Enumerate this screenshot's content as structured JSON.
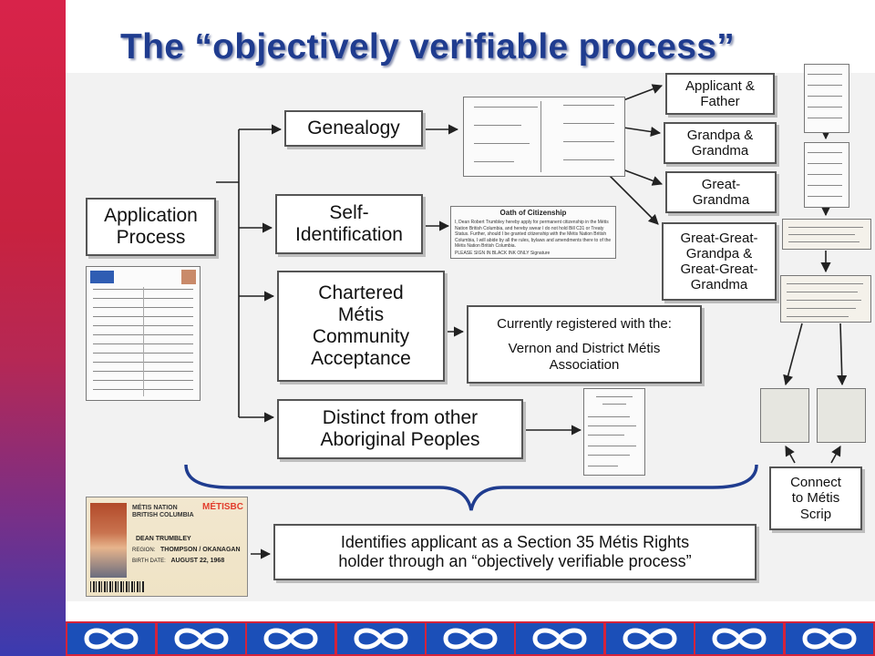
{
  "title": "The “objectively verifiable process”",
  "boxes": {
    "application": "Application\nProcess",
    "genealogy": "Genealogy",
    "self_identification": "Self-\nIdentification",
    "chartered": "Chartered\nMétis\nCommunity\nAcceptance",
    "distinct": "Distinct from other\nAboriginal Peoples",
    "registered": "Currently registered with  the:",
    "association": "Vernon and District Métis\nAssociation",
    "applicant_father": "Applicant &\nFather",
    "grandpa_grandma": "Grandpa &\nGrandma",
    "great_grandma": "Great-\nGrandma",
    "great_great": "Great-Great-\nGrandpa &\nGreat-Great-\nGrandma",
    "scrip": "Connect\nto Métis\nScrip",
    "identifies": "Identifies applicant as a Section 35 Métis Rights\nholder through an “objectively verifiable process”"
  },
  "oath_doc": {
    "title": "Oath of Citizenship",
    "body": "I, Dean Robert Trumbley hereby apply for permanent citizenship in the Métis Nation British Columbia, and hereby swear I do not hold Bill C31 or Treaty Status. Further, should I be granted citizenship with the Métis Nation British Columbia, I will abide by all the rules, bylaws and amendments there to of the Métis Nation British Columbia.",
    "sign": "PLEASE SIGN IN BLACK INK ONLY  Signature"
  },
  "id_card": {
    "org": "MÉTIS NATION\nBRITISH COLUMBIA",
    "logo": "MÉTISBC",
    "name": "DEAN TRUMBLEY",
    "region_label": "REGION:",
    "region": "THOMPSON / OKANAGAN",
    "birth_label": "BIRTH DATE:",
    "birth_date": "AUGUST 22, 1968"
  },
  "colors": {
    "title": "#1f3c8f",
    "footer_red": "#d3233b",
    "footer_blue": "#1b4fb8"
  }
}
